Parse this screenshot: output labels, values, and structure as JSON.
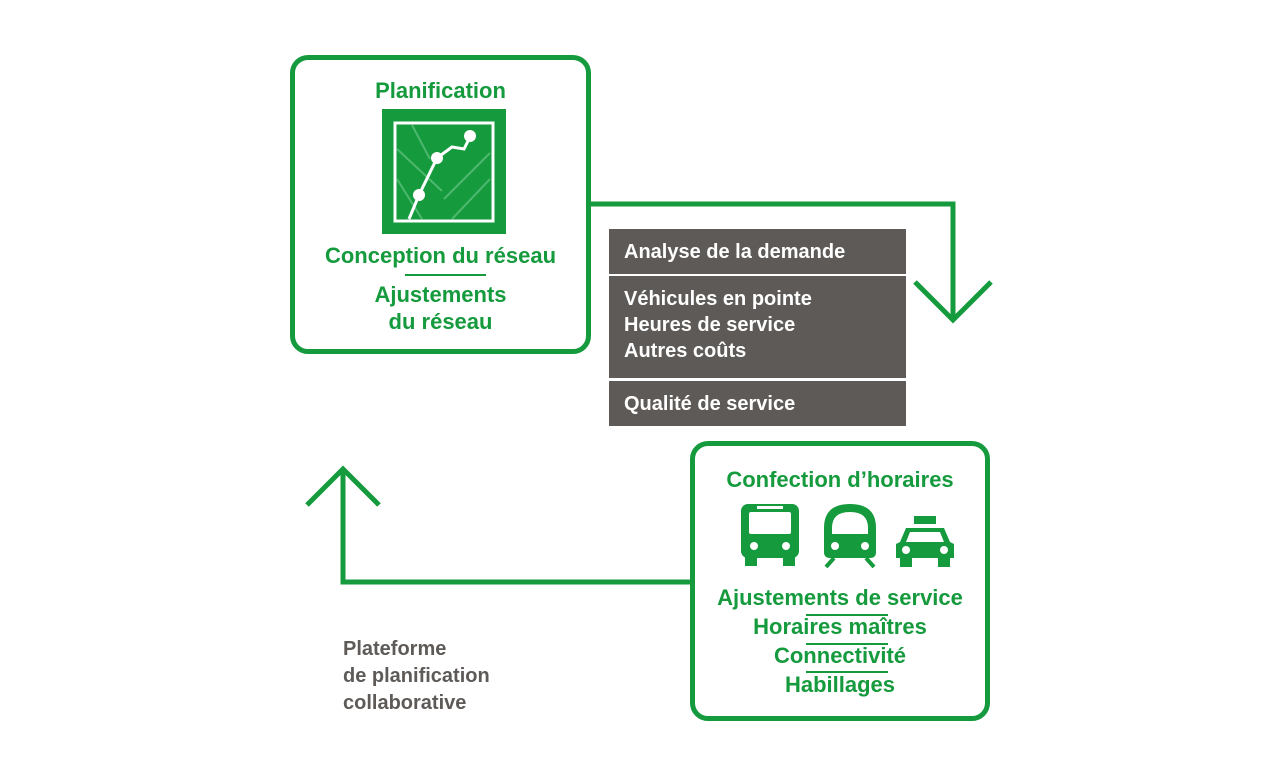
{
  "planning": {
    "title": "Planification",
    "line1": "Conception du réseau",
    "line2a": "Ajustements",
    "line2b": "du réseau"
  },
  "analysis": {
    "item1": "Analyse de la demande",
    "item2": [
      "Véhicules en pointe",
      "Heures de service",
      "Autres coûts"
    ],
    "item3": "Qualité de service"
  },
  "scheduling": {
    "title": "Confection d’horaires",
    "items": [
      "Ajustements de service",
      "Horaires maîtres",
      "Connectivité",
      "Habillages"
    ]
  },
  "platform": {
    "lines": [
      "Plateforme",
      "de planification",
      "collaborative"
    ]
  },
  "colors": {
    "accent": "#159a3d",
    "panel": "#5e5a57"
  },
  "icons": [
    "network-map-icon",
    "bus-icon",
    "train-icon",
    "taxi-icon"
  ]
}
